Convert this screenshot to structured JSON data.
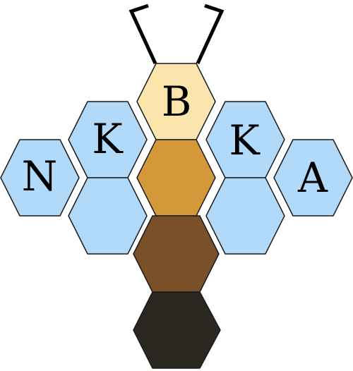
{
  "colors": {
    "head": "#fae6ad",
    "wing": "#b0d9fa",
    "body_top": "#d4973a",
    "body_mid": "#7a5029",
    "body_bottom": "#2b2822",
    "outline": "#1a1a1a",
    "antenna": "#000000"
  },
  "hexes": {
    "head": {
      "letter": "B",
      "color_key": "head"
    },
    "wing_upper_left": {
      "letter": "K",
      "color_key": "wing"
    },
    "wing_upper_right": {
      "letter": "K",
      "color_key": "wing"
    },
    "wing_outer_left": {
      "letter": "N",
      "color_key": "wing"
    },
    "wing_outer_right": {
      "letter": "A",
      "color_key": "wing"
    },
    "wing_lower_left": {
      "letter": "",
      "color_key": "wing"
    },
    "wing_lower_right": {
      "letter": "",
      "color_key": "wing"
    },
    "body_top": {
      "letter": "",
      "color_key": "body_top"
    },
    "body_mid": {
      "letter": "",
      "color_key": "body_mid"
    },
    "body_bottom": {
      "letter": "",
      "color_key": "body_bottom"
    }
  }
}
